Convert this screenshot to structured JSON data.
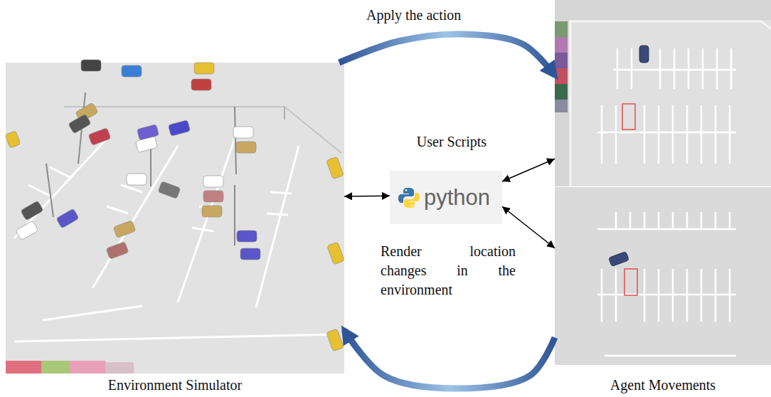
{
  "diagram": {
    "nodes": [
      {
        "text": [
          "Environment Simulator"
        ]
      },
      {
        "text": [
          "python"
        ]
      },
      {
        "text": [
          "Agent Movements"
        ]
      }
    ],
    "edges": [
      {
        "from": 0,
        "to": 1,
        "arrow": "both"
      },
      {
        "from": 1,
        "to": 2,
        "arrow": "both"
      },
      {
        "from": 1,
        "to": 2,
        "arrow": "both"
      },
      {
        "from": 0,
        "to": 2,
        "arrow": "to",
        "label": "Apply the action"
      },
      {
        "from": 2,
        "to": 0,
        "arrow": "to",
        "label": "Render location changes in the environment"
      }
    ],
    "labels": [
      "User Scripts"
    ]
  }
}
